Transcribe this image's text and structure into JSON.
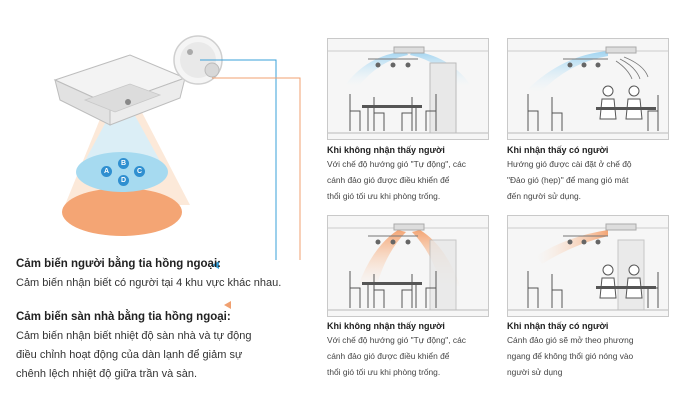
{
  "left": {
    "person_sensor": {
      "title": "Cảm biến người bằng tia hồng ngoại:",
      "text": "Cảm biến nhận biết có người tại 4 khu vực khác nhau."
    },
    "floor_sensor": {
      "title": "Cảm biến sàn nhà bằng tia hồng ngoại:",
      "lines": [
        "Cảm biến nhận biết nhiệt độ sàn nhà và tự động",
        "điều chỉnh hoạt động của dàn lạnh để giảm sự",
        "chênh lệch nhiệt độ giữa trần và sàn."
      ]
    },
    "zones": [
      "A",
      "B",
      "C",
      "D"
    ],
    "colors": {
      "zone": "#a6daf0",
      "floor": "#f4a574",
      "leader_blue": "#3aa0d8",
      "leader_orange": "#f0a070"
    }
  },
  "panels": [
    {
      "title": "Khi không nhận thấy người",
      "lines": [
        "Với chế độ hướng gió \"Tự động\", các",
        "cánh đảo gió được điều khiển để",
        "thổi gió tối ưu khi phòng trống."
      ]
    },
    {
      "title": "Khi nhận thấy có người",
      "lines": [
        "Hướng gió được cài đặt ở chế độ",
        "\"Đảo gió (hẹp)\" để mang gió mát",
        "đến người sử dụng."
      ]
    },
    {
      "title": "Khi không nhận thấy người",
      "lines": [
        "Với chế độ hướng gió \"Tự động\", các",
        "cánh đảo gió được điều khiển để",
        "thổi gió tối ưu khi phòng trống."
      ]
    },
    {
      "title": "Khi nhận thấy có người",
      "lines": [
        "Cánh đảo gió sẽ mở theo phương",
        "ngang để không thổi gió nóng vào",
        "người sử dụng"
      ]
    }
  ]
}
